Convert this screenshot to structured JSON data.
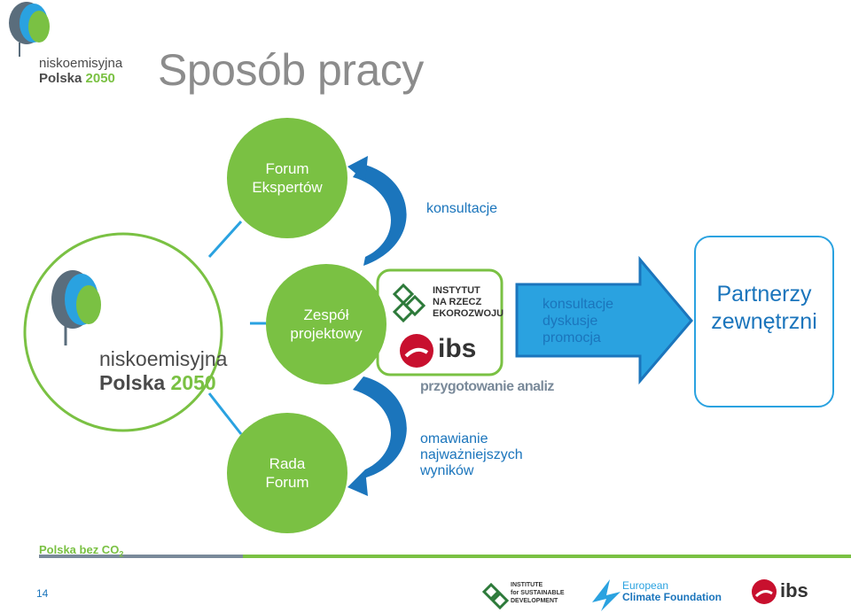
{
  "title": "Sposób pracy",
  "logo": {
    "line1": "niskoemisyjna",
    "line2a": "Polska ",
    "line2b": "2050"
  },
  "circles": {
    "experts": [
      "Forum",
      "Ekspertów"
    ],
    "team": [
      "Zespół",
      "projektowy"
    ],
    "council": [
      "Rada",
      "Forum"
    ]
  },
  "labels": {
    "consult_top": "konsultacje",
    "arrow_lines": [
      "konsultacje",
      "dyskusje",
      "promocja"
    ],
    "analyses": "przygotowanie analiz",
    "results": [
      "omawianie",
      "najważniejszych",
      "wyników"
    ]
  },
  "partners": [
    "Partnerzy",
    "zewnętrzni"
  ],
  "inst_box": {
    "inr_lines": [
      "INSTYTUT",
      "NA RZECZ",
      "EKOROZWOJU"
    ],
    "ibs": "ibs"
  },
  "footer": {
    "slogan": "Polska bez CO",
    "slogan_sub": "2",
    "page_number": "14",
    "isd_lines": [
      "INSTITUTE",
      "for SUSTAINABLE",
      "DEVELOPMENT"
    ],
    "ecf_lines": [
      "European",
      "Climate Foundation"
    ],
    "ibs": "ibs"
  },
  "colors": {
    "green": "#7ac143",
    "blue": "#1b75bc",
    "light_blue": "#2aa2e0",
    "red": "#c8102e",
    "gray": "#8c8c8c"
  }
}
